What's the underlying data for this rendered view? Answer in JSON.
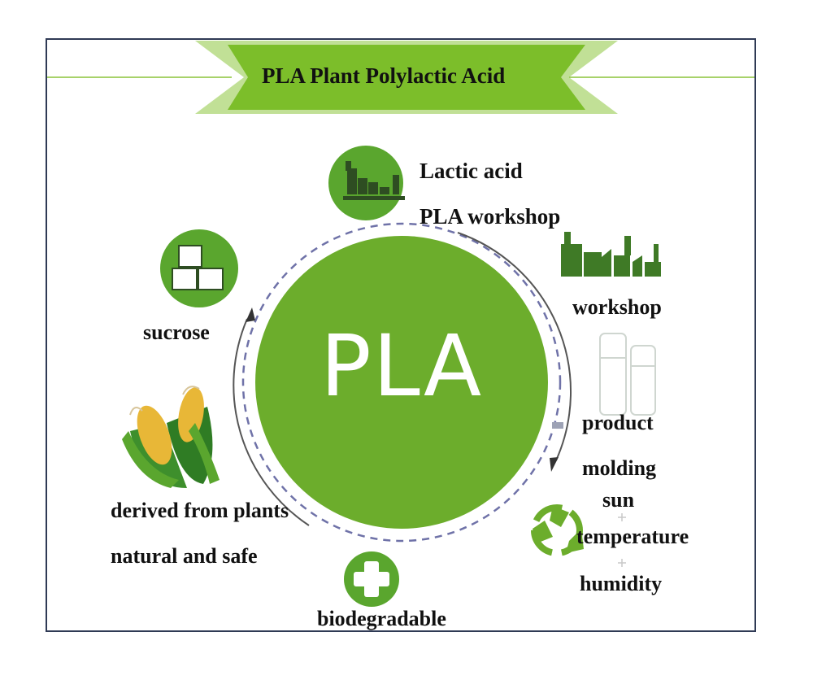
{
  "title": "PLA Plant Polylactic Acid",
  "center_label": "PLA",
  "labels": {
    "lactic_acid": "Lactic acid",
    "pla_workshop": "PLA workshop",
    "workshop": "workshop",
    "sucrose": "sucrose",
    "product": "product",
    "molding": "molding",
    "sun": "sun",
    "temperature": "temperature",
    "humidity": "humidity",
    "derived": "derived from plants",
    "natural": "natural and safe",
    "biodegradable": "biodegradable"
  },
  "colors": {
    "green": "#6cad2c",
    "dark_green": "#3f7a26",
    "banner": "#7cbe2a",
    "frame": "#2f3a55"
  },
  "icons": [
    "factory-icon",
    "sugar-cubes-icon",
    "corn-icon",
    "recycle-icon",
    "cross-icon",
    "bottles-icon"
  ]
}
